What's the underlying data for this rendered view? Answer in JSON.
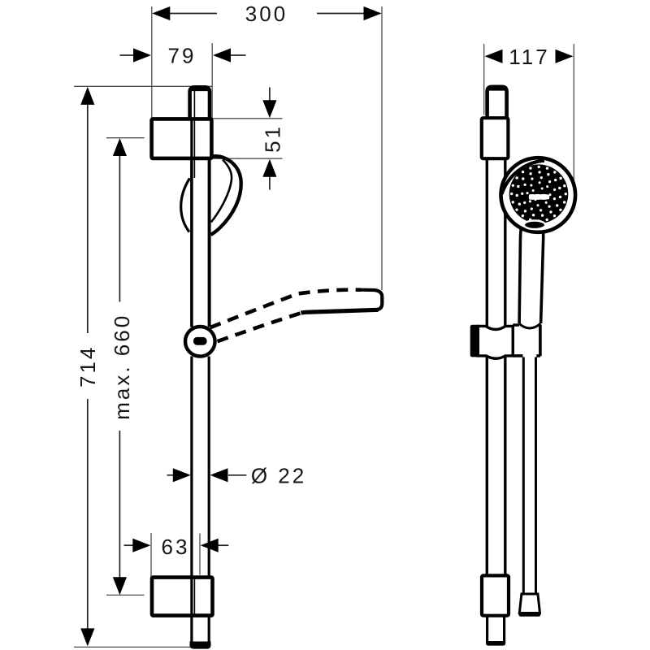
{
  "drawing": {
    "type": "technical dimension drawing",
    "subject": "shower rail set with hand shower, wall bar and hose (side view and front view)",
    "background_color": "#ffffff",
    "line_color": "#000000",
    "dimension_line_color": "#4d4d4d",
    "text_color": "#161616",
    "views": {
      "side_view": {
        "dimensions": {
          "overall_projection": "300",
          "wall_to_bar_front": "79",
          "bracket_height": "51",
          "bar_total_length": "714",
          "max_slider_travel": "max. 660",
          "wall_to_bar_axis_bottom": "63",
          "bar_diameter": "Ø 22"
        }
      },
      "front_view": {
        "dimensions": {
          "overall_width": "117"
        }
      }
    }
  }
}
